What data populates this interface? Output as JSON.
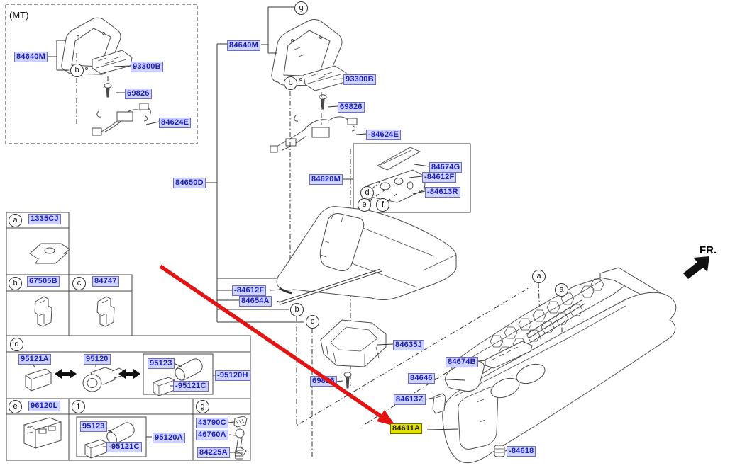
{
  "selected_part": "84611A",
  "fr": {
    "label": "FR."
  },
  "mt": {
    "caption": "(MT)"
  },
  "colors": {
    "label_text": "#1b1bc4",
    "label_bg": "#cdd4f7",
    "label_border": "#6a6ad0",
    "highlight_bg": "#e4e400",
    "highlight_border": "#6e6e00",
    "arrow_red": "#e31414",
    "line": "#333333"
  },
  "callouts": {
    "a": "a",
    "b": "b",
    "c": "c",
    "d": "d",
    "e": "e",
    "f": "f",
    "g": "g"
  },
  "parts": {
    "mt_84640m": "84640M",
    "mt_93300b": "93300B",
    "mt_69826": "69826",
    "mt_84624e": "84624E",
    "top_84640m": "84640M",
    "top_93300b": "93300B",
    "top_69826": "69826",
    "top_84624e": "-84624E",
    "assy_84650d": "84650D",
    "box_84620m": "84620M",
    "box_84674g": "84674G",
    "box_84612f": "-84612F",
    "box_84613r": "-84613R",
    "mid_84612f": "-84612F",
    "mid_84654a": "84654A",
    "tray_84635j": "84635J",
    "mid_69826": "69826",
    "rc_84674b": "84674B",
    "rc_84646": "84646",
    "rc_84613z": "84613Z",
    "rc_84611a": "84611A",
    "rc_84618": "-84618"
  },
  "table": {
    "row_a": {
      "callout": "a",
      "part": "1335CJ"
    },
    "row_b": {
      "callout": "b",
      "part": "67505B"
    },
    "row_c": {
      "callout": "c",
      "part": "84747"
    },
    "row_d": {
      "callout": "d",
      "parts": {
        "p95121a": "95121A",
        "p95120": "95120",
        "p95123": "95123",
        "p95121c": "-95121C",
        "p95120h": "-95120H"
      }
    },
    "row_e": {
      "callout": "e",
      "part": "96120L"
    },
    "row_f": {
      "callout": "f",
      "parts": {
        "p95123": "95123",
        "p95121c": "-95121C",
        "p95120a": "95120A"
      }
    },
    "row_g": {
      "callout": "g",
      "parts": {
        "p43790c": "43790C",
        "p46760a": "46760A",
        "p84225a": "84225A"
      }
    }
  }
}
